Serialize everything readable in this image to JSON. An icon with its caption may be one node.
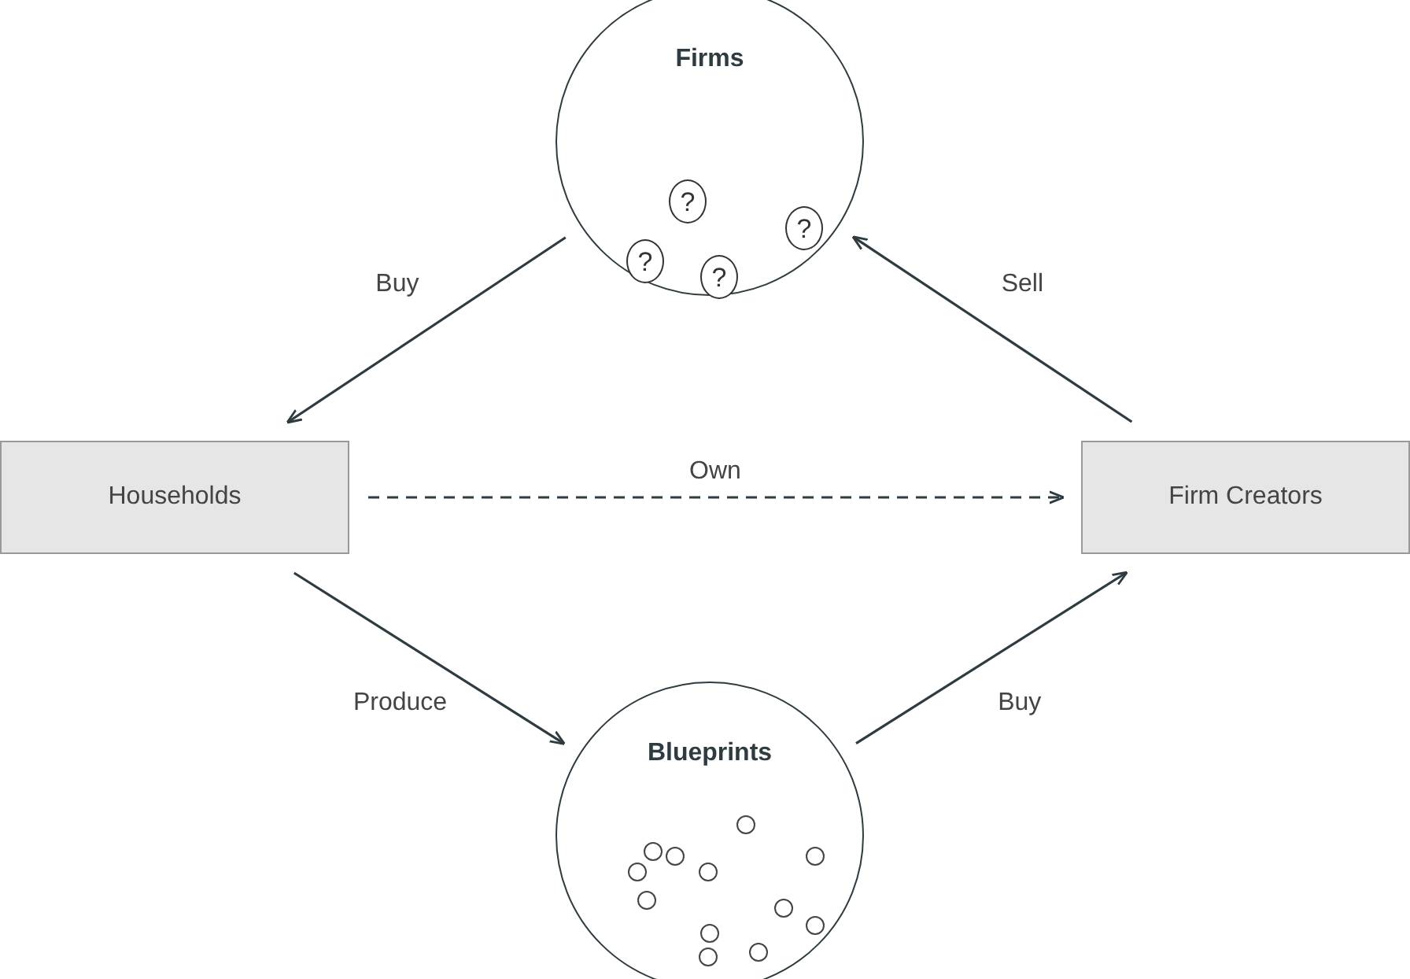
{
  "diagram": {
    "nodes": [
      {
        "text": [
          "Firms"
        ]
      },
      {
        "text": [
          "?"
        ],
        "in": 0
      },
      {
        "text": [
          "?"
        ],
        "in": 0
      },
      {
        "text": [
          "?"
        ],
        "in": 0
      },
      {
        "text": [
          "?"
        ],
        "in": 0
      },
      {
        "text": [
          "Households"
        ]
      },
      {
        "text": [
          "Firm Creators"
        ]
      },
      {
        "text": [
          "Blueprints"
        ]
      },
      {
        "text": [],
        "shape": "circle",
        "in": 7
      },
      {
        "text": [],
        "shape": "circle",
        "in": 7
      },
      {
        "text": [],
        "shape": "circle",
        "in": 7
      },
      {
        "text": [],
        "shape": "circle",
        "in": 7
      },
      {
        "text": [],
        "shape": "circle",
        "in": 7
      },
      {
        "text": [],
        "shape": "circle",
        "in": 7
      },
      {
        "text": [],
        "shape": "circle",
        "in": 7
      },
      {
        "text": [],
        "shape": "circle",
        "in": 7
      },
      {
        "text": [],
        "shape": "circle",
        "in": 7
      },
      {
        "text": [],
        "shape": "circle",
        "in": 7
      },
      {
        "text": [],
        "shape": "circle",
        "in": 7
      },
      {
        "text": [],
        "shape": "circle",
        "in": 7
      }
    ],
    "edges": [
      {
        "from": 0,
        "to": 5,
        "arrow": "to",
        "label": "Buy"
      },
      {
        "from": 5,
        "to": 6,
        "arrow": "to",
        "label": "Own",
        "style": "dashed"
      },
      {
        "from": 5,
        "to": 7,
        "arrow": "to",
        "label": "Produce"
      },
      {
        "from": 7,
        "to": 6,
        "arrow": "to",
        "label": "Buy"
      },
      {
        "from": 6,
        "to": 0,
        "arrow": "to",
        "label": "Sell"
      }
    ]
  }
}
